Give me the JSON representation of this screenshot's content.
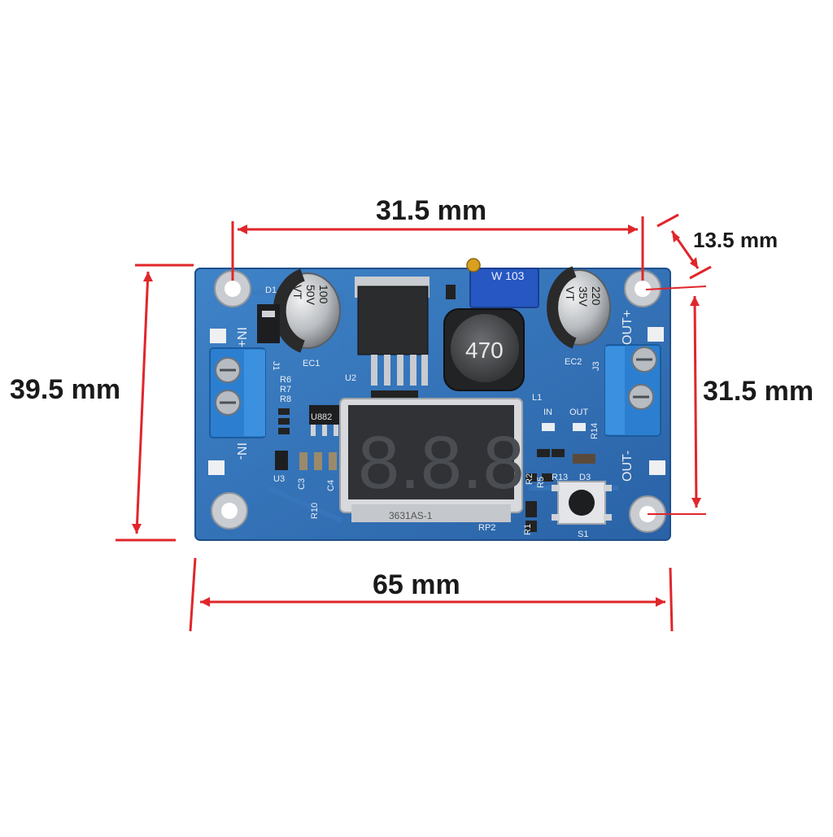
{
  "dimensions": {
    "top_width": "31.5 mm",
    "corner_offset": "13.5 mm",
    "left_height": "39.5 mm",
    "right_height": "31.5 mm",
    "bottom_width": "65 mm"
  },
  "board": {
    "silkscreen": {
      "in_plus": "IN+",
      "in_minus": "IN-",
      "out_plus": "OUT+",
      "out_minus": "OUT-",
      "ec1": "EC1",
      "ec2": "EC2",
      "u2": "U2",
      "u3": "U3",
      "l1": "L1",
      "d1": "D1",
      "d3": "D3",
      "j1": "J1",
      "j3": "J3",
      "r6": "R6",
      "r7": "R7",
      "r8": "R8",
      "r14": "R14",
      "r13": "R13",
      "r5": "R5",
      "r2": "R2",
      "r1": "R1",
      "r10": "R10",
      "c3": "C3",
      "c4": "C4",
      "rp2": "RP2",
      "s1": "S1",
      "in_led": "IN",
      "out_led": "OUT",
      "display_part": "3631AS-1",
      "reg_chip": "U882"
    },
    "cap1": {
      "value": "100",
      "voltage": "50V",
      "mark": "VT"
    },
    "cap2": {
      "value": "220",
      "voltage": "35V",
      "mark": "VT"
    },
    "inductor": "470",
    "pot": "W 103",
    "display": "8.8.8"
  },
  "colors": {
    "pcb": "#2f6fb5",
    "dimension_line": "#e0262b"
  }
}
